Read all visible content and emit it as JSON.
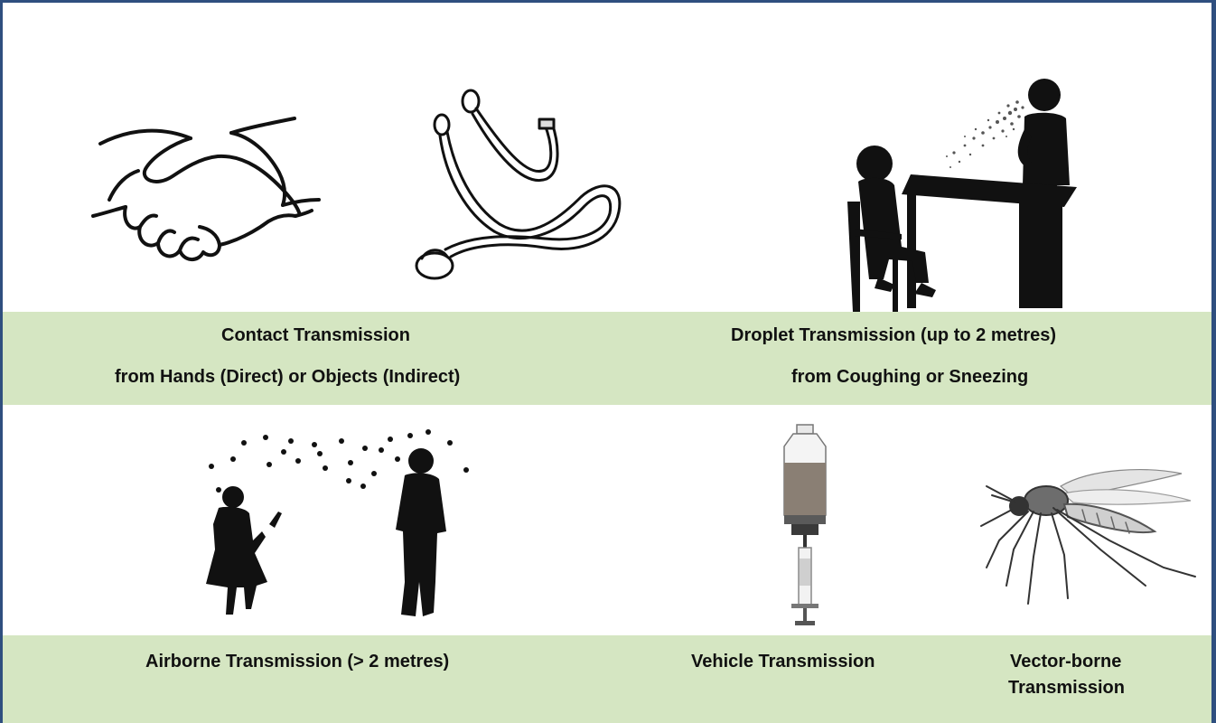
{
  "panels": {
    "contact": {
      "title": "Contact Transmission",
      "subtitle": "from Hands (Direct) or Objects (Indirect)",
      "icons": [
        "handshake-icon",
        "stethoscope-icon"
      ]
    },
    "droplet": {
      "title": "Droplet Transmission (up to 2 metres)",
      "subtitle": "from Coughing or Sneezing",
      "icons": [
        "doctor-patient-cough-icon"
      ]
    },
    "airborne": {
      "title": "Airborne Transmission (> 2 metres)",
      "icons": [
        "airborne-people-icon"
      ]
    },
    "vehicle": {
      "title": "Vehicle Transmission",
      "icons": [
        "iv-bottle-syringe-icon"
      ]
    },
    "vector": {
      "title_line1": "Vector-borne",
      "title_line2": "Transmission",
      "icons": [
        "mosquito-icon"
      ]
    }
  },
  "colors": {
    "caption_band": "#d5e6c2",
    "border": "#2f4f7f",
    "silhouette": "#111111"
  }
}
